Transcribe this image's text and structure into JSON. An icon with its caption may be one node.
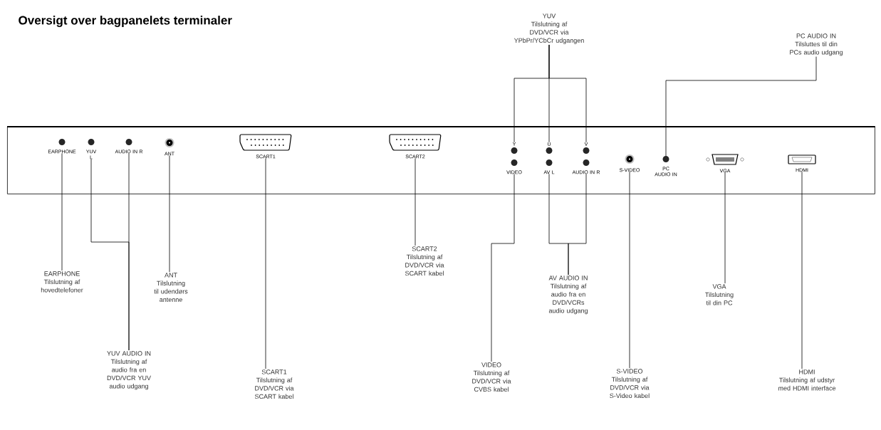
{
  "diagram": {
    "title": "Oversigt over bagpanelets terminaler",
    "nodes": [
      {
        "text": [],
        "shape": "box"
      },
      {
        "text": [
          "EARPHONE"
        ],
        "in": 0
      },
      {
        "text": [
          "YUV L"
        ],
        "in": 0
      },
      {
        "text": [
          "AUDIO IN R"
        ],
        "in": 0
      },
      {
        "text": [
          "ANT"
        ],
        "in": 0
      },
      {
        "text": [
          "SCART1"
        ],
        "in": 0
      },
      {
        "text": [
          "SCART2"
        ],
        "in": 0
      },
      {
        "text": [
          "Y"
        ],
        "in": 0
      },
      {
        "text": [
          "VIDEO"
        ],
        "in": 0
      },
      {
        "text": [
          "U"
        ],
        "in": 0
      },
      {
        "text": [
          "AV L"
        ],
        "in": 0
      },
      {
        "text": [
          "V"
        ],
        "in": 0
      },
      {
        "text": [
          "AUDIO IN R"
        ],
        "in": 0
      },
      {
        "text": [
          "S-VIDEO"
        ],
        "in": 0
      },
      {
        "text": [
          "PC AUDIO IN"
        ],
        "in": 0
      },
      {
        "text": [
          "VGA"
        ],
        "in": 0
      },
      {
        "text": [
          "HDMI"
        ],
        "in": 0
      },
      {
        "text": [
          "YUV",
          "Tilslutning af DVD/VCR via YPbPr/YCbCr udgangen"
        ]
      },
      {
        "text": [
          "PC AUDIO IN",
          "Tilsluttes til din PCs audio udgang"
        ]
      },
      {
        "text": [
          "EARPHONE",
          "Tilslutning af hovedtelefoner"
        ]
      },
      {
        "text": [
          "ANT",
          "Tilslutning til udendørs antenne"
        ]
      },
      {
        "text": [
          "YUV AUDIO IN",
          "Tilslutning af audio fra en DVD/VCR YUV audio udgang"
        ]
      },
      {
        "text": [
          "SCART1",
          "Tilslutning af DVD/VCR via SCART kabel"
        ]
      },
      {
        "text": [
          "SCART2",
          "Tilslutning af DVD/VCR via SCART kabel"
        ]
      },
      {
        "text": [
          "AV AUDIO IN",
          "Tilslutning af audio fra en DVD/VCRs audio udgang"
        ]
      },
      {
        "text": [
          "VIDEO",
          "Tilslutning af DVD/VCR via CVBS kabel"
        ]
      },
      {
        "text": [
          "S-VIDEO",
          "Tilslutning af DVD/VCR via S-Video kabel"
        ]
      },
      {
        "text": [
          "VGA",
          "Tilslutning til din PC"
        ]
      },
      {
        "text": [
          "HDMI",
          "Tilslutning af udstyr med HDMI interface"
        ]
      }
    ],
    "edges": [
      {
        "from": 17,
        "to": 7,
        "arrow": "none"
      },
      {
        "from": 17,
        "to": 9,
        "arrow": "none"
      },
      {
        "from": 17,
        "to": 11,
        "arrow": "none"
      },
      {
        "from": 18,
        "to": 14,
        "arrow": "none"
      },
      {
        "from": 19,
        "to": 1,
        "arrow": "none"
      },
      {
        "from": 21,
        "to": 2,
        "arrow": "none"
      },
      {
        "from": 21,
        "to": 3,
        "arrow": "none"
      },
      {
        "from": 20,
        "to": 4,
        "arrow": "none"
      },
      {
        "from": 22,
        "to": 5,
        "arrow": "none"
      },
      {
        "from": 23,
        "to": 6,
        "arrow": "none"
      },
      {
        "from": 25,
        "to": 8,
        "arrow": "none"
      },
      {
        "from": 24,
        "to": 10,
        "arrow": "none"
      },
      {
        "from": 24,
        "to": 12,
        "arrow": "none"
      },
      {
        "from": 26,
        "to": 13,
        "arrow": "none"
      },
      {
        "from": 27,
        "to": 15,
        "arrow": "none"
      },
      {
        "from": 28,
        "to": 16,
        "arrow": "none"
      }
    ]
  }
}
